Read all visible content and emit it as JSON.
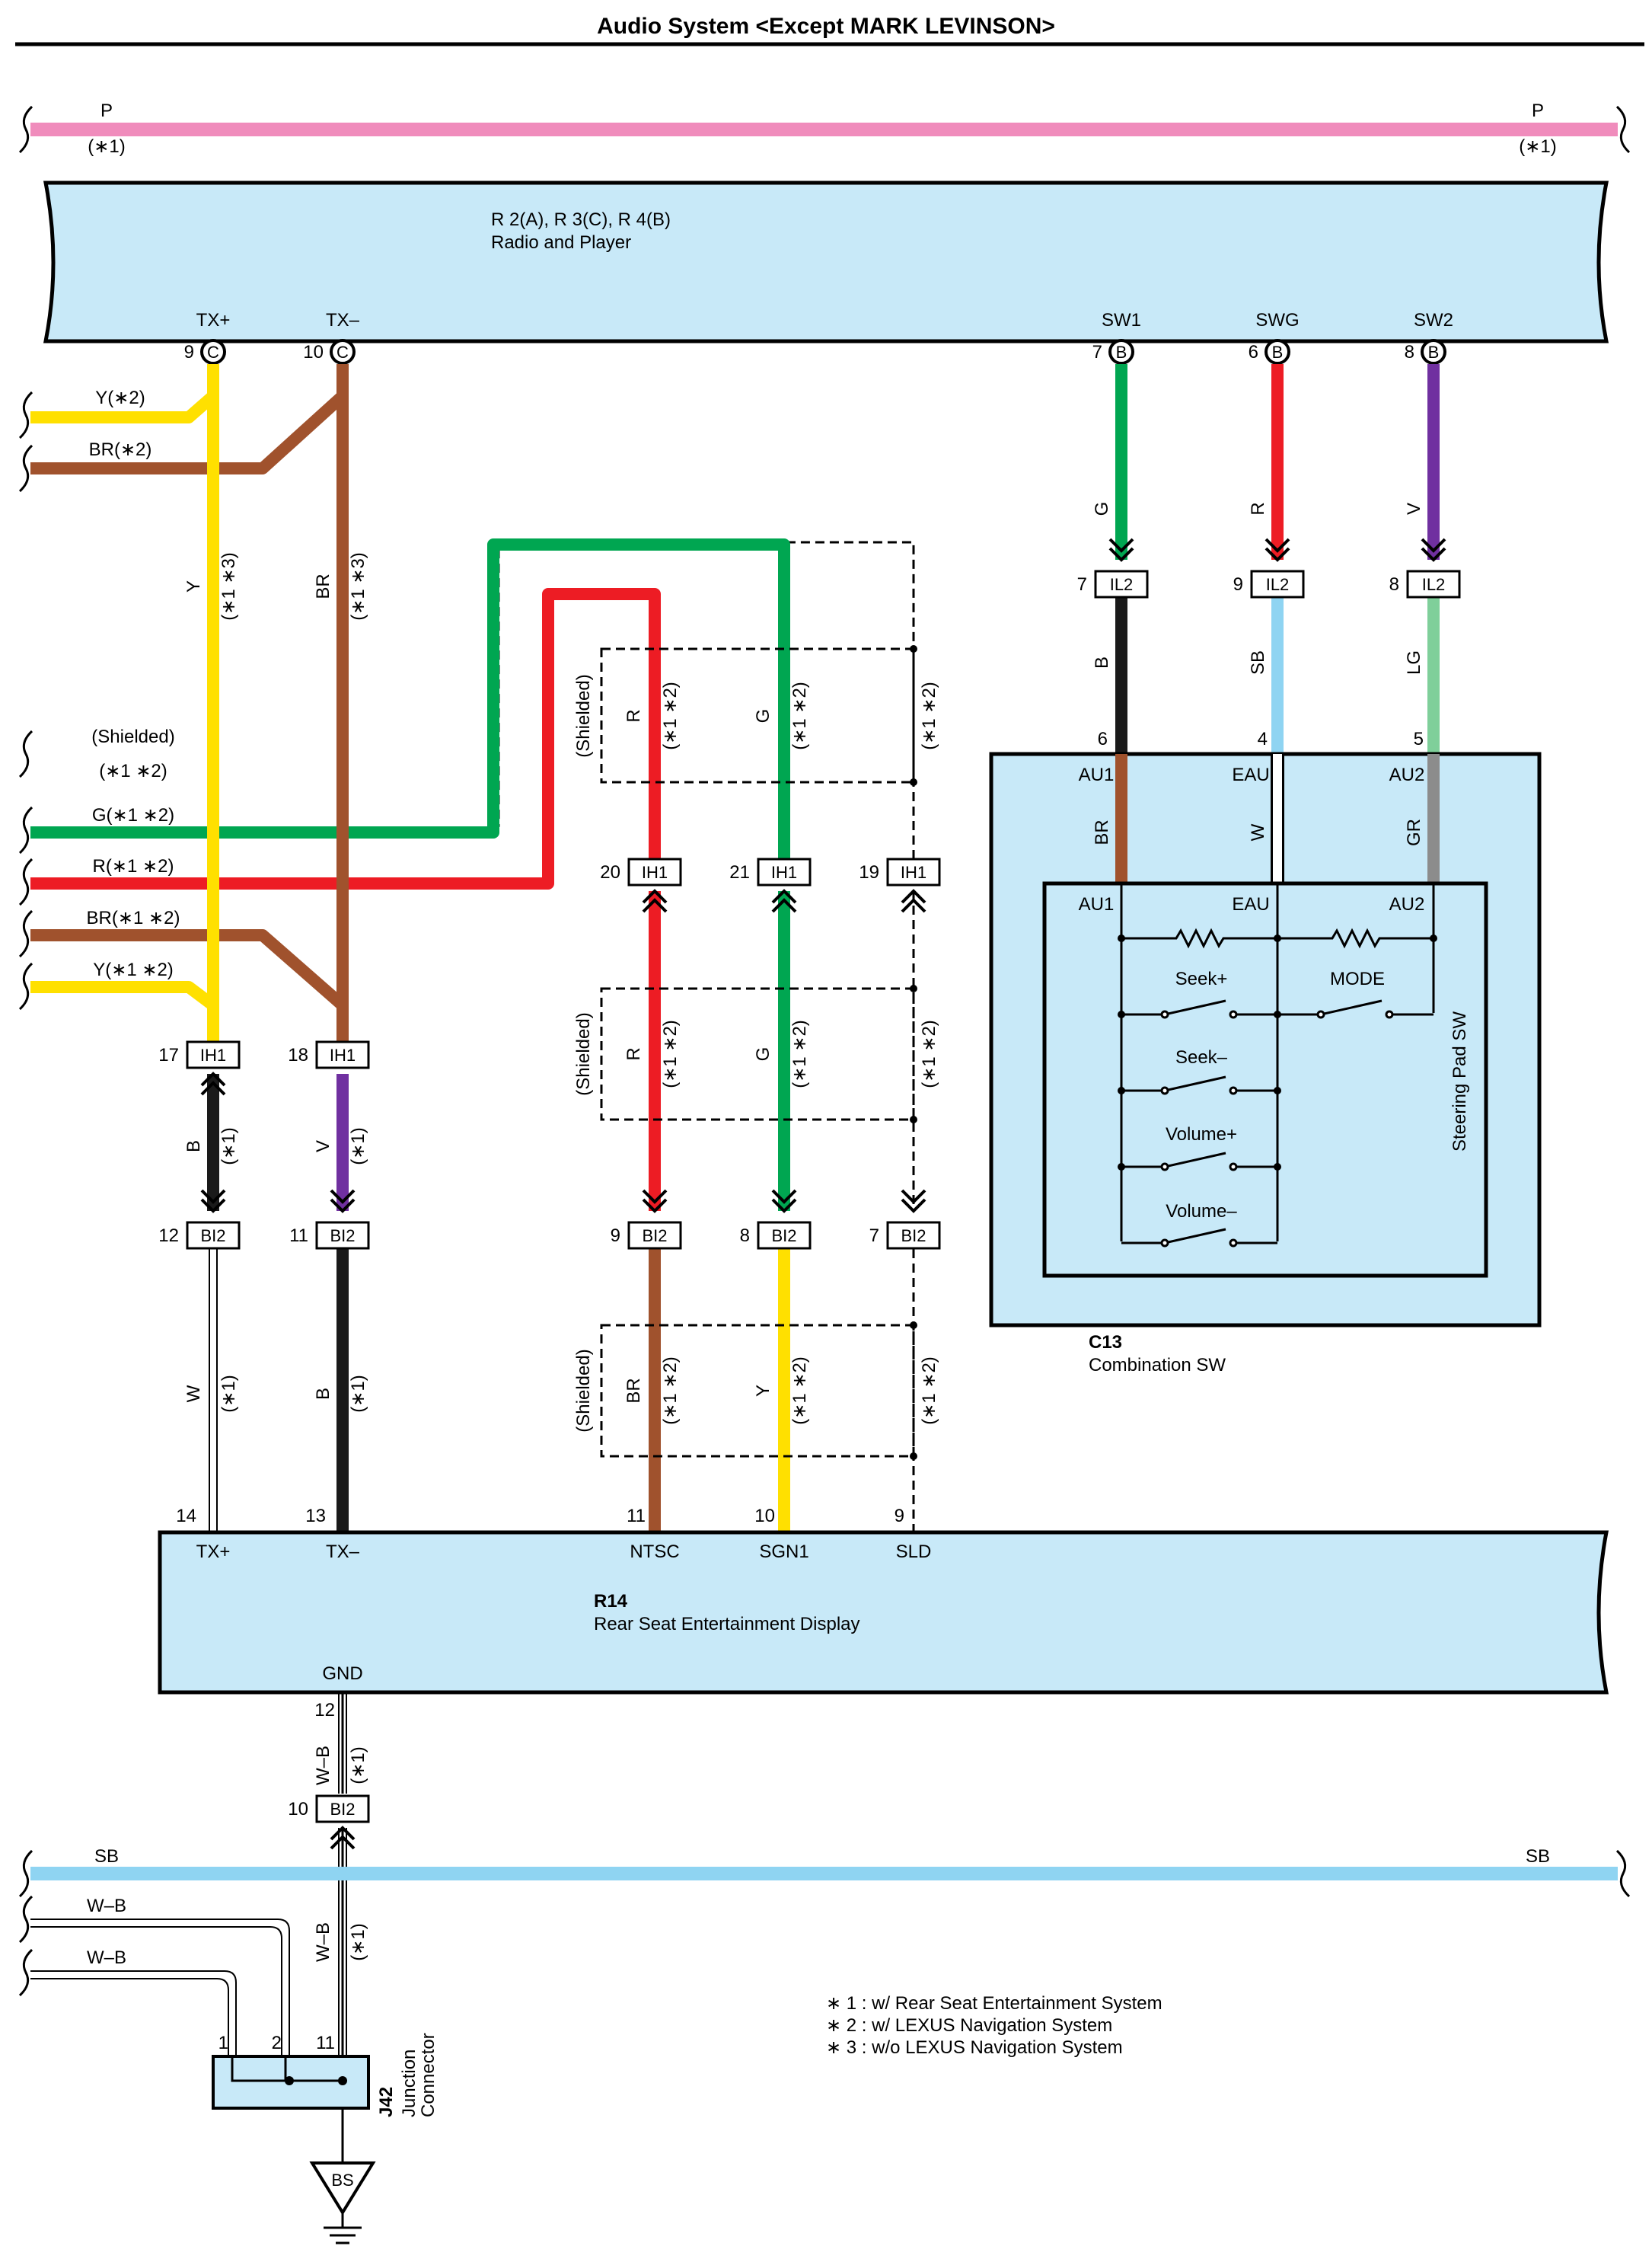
{
  "title": "Audio System <Except MARK LEVINSON>",
  "power_line": {
    "left_label": "P",
    "right_label": "P",
    "left_note": "(∗1)",
    "right_note": "(∗1)",
    "color": "#f08cbc"
  },
  "radio": {
    "ref": "R 2(A), R 3(C), R 4(B)",
    "name": "Radio and Player",
    "pins": [
      {
        "name": "TX+",
        "num": "9",
        "conn": "C"
      },
      {
        "name": "TX–",
        "num": "10",
        "conn": "C"
      },
      {
        "name": "SW1",
        "num": "7",
        "conn": "B"
      },
      {
        "name": "SWG",
        "num": "6",
        "conn": "B"
      },
      {
        "name": "SW2",
        "num": "8",
        "conn": "B"
      }
    ]
  },
  "left_inputs": [
    {
      "label": "Y(∗2)"
    },
    {
      "label": "BR(∗2)"
    },
    {
      "label": "(Shielded)"
    },
    {
      "label": "(∗1 ∗2)"
    },
    {
      "label": "G(∗1 ∗2)"
    },
    {
      "label": "R(∗1 ∗2)"
    },
    {
      "label": "BR(∗1 ∗2)"
    },
    {
      "label": "Y(∗1 ∗2)"
    }
  ],
  "wire_labels": {
    "tx_plus_upper": "Y",
    "tx_plus_upper_note": "(∗1 ∗3)",
    "tx_minus_upper": "BR",
    "tx_minus_upper_note": "(∗1 ∗3)",
    "tx_plus_mid": "B",
    "tx_minus_mid": "V",
    "note1": "(∗1)",
    "tx_plus_low": "W",
    "tx_minus_low": "B",
    "r": "R",
    "g": "G",
    "br": "BR",
    "y": "Y",
    "note12": "(∗1 ∗2)",
    "shielded": "(Shielded)",
    "sw1_top": "G",
    "swg_top": "R",
    "sw2_top": "V",
    "sw1_bot": "B",
    "swg_bot": "SB",
    "sw2_bot": "LG",
    "au1": "BR",
    "eau": "W",
    "au2": "GR",
    "gnd_wire": "W–B"
  },
  "connectors": {
    "ih1": "IH1",
    "bi2": "BI2",
    "il2": "IL2",
    "ih1_pins": [
      "17",
      "18",
      "20",
      "21",
      "19"
    ],
    "bi2_pins": [
      "12",
      "11",
      "9",
      "8",
      "7"
    ],
    "il2_pins": [
      "7",
      "9",
      "8"
    ],
    "gnd_bi2_pin": "10"
  },
  "combination_sw": {
    "ref": "C13",
    "name": "Combination SW",
    "pins": [
      {
        "num": "6",
        "name": "AU1"
      },
      {
        "num": "4",
        "name": "EAU"
      },
      {
        "num": "5",
        "name": "AU2"
      }
    ],
    "inner_name": "Steering Pad SW",
    "inner_pins": [
      "AU1",
      "EAU",
      "AU2"
    ],
    "switches": [
      "Seek+",
      "MODE",
      "Seek–",
      "Volume+",
      "Volume–"
    ]
  },
  "display": {
    "ref": "R14",
    "name": "Rear Seat Entertainment Display",
    "pins": [
      {
        "name": "TX+",
        "num": "14"
      },
      {
        "name": "TX–",
        "num": "13"
      },
      {
        "name": "NTSC",
        "num": "11"
      },
      {
        "name": "SGN1",
        "num": "10"
      },
      {
        "name": "SLD",
        "num": "9"
      }
    ],
    "gnd_name": "GND",
    "gnd_num": "12"
  },
  "sb_line": {
    "left_label": "SB",
    "right_label": "SB",
    "color": "#8fd4f2"
  },
  "ground_inputs": [
    {
      "label": "W–B"
    },
    {
      "label": "W–B"
    }
  ],
  "junction": {
    "ref": "J42",
    "name1": "Junction",
    "name2": "Connector",
    "pins": [
      "1",
      "2",
      "11"
    ]
  },
  "ground_ref": "BS",
  "notes": [
    "∗ 1 : w/ Rear Seat Entertainment System",
    "∗ 2 : w/ LEXUS Navigation System",
    "∗ 3 : w/o LEXUS Navigation System"
  ],
  "colors": {
    "yellow": "#ffe000",
    "brown": "#a0522d",
    "green": "#00a651",
    "red": "#ed1c24",
    "purple": "#7030a0",
    "black": "#1a1a1a",
    "sky": "#8fd4f2",
    "lightgreen": "#7fcf9a",
    "gray": "#8c8c8c",
    "box": "#c8e9f8"
  }
}
